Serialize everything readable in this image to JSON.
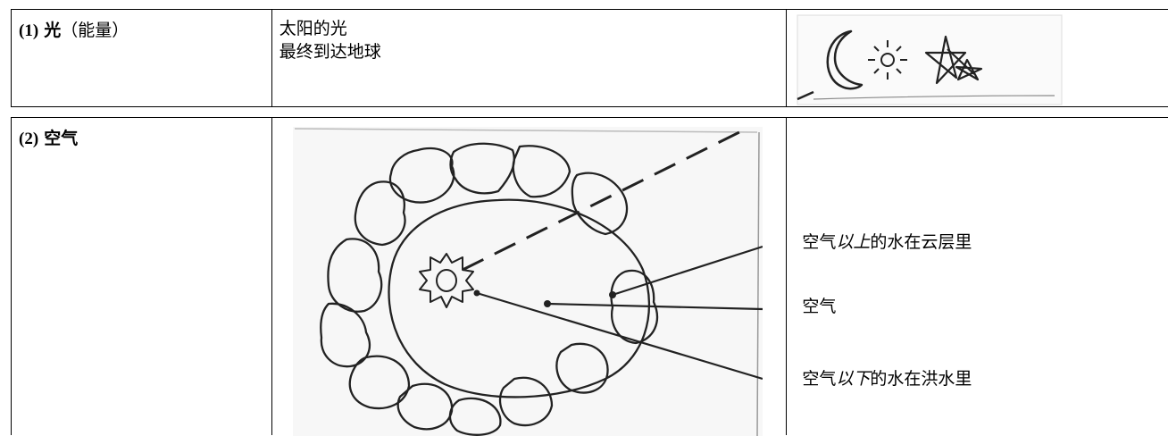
{
  "row1": {
    "label_num": "(1)",
    "label_main": "光",
    "label_paren": "（能量）",
    "text_line1": "太阳的光",
    "text_line2": "最终到达地球"
  },
  "row2": {
    "label_num": "(2)",
    "label_main": "空气",
    "desc1_a": "空气",
    "desc1_b": "以上",
    "desc1_c": "的水在云层里",
    "desc2": "空气",
    "desc3_a": "空气",
    "desc3_b": "以下",
    "desc3_c": "的水在洪水里"
  },
  "icons": [
    "moon-sketch-icon",
    "sun-sketch-icon",
    "star-sketch-icon"
  ]
}
